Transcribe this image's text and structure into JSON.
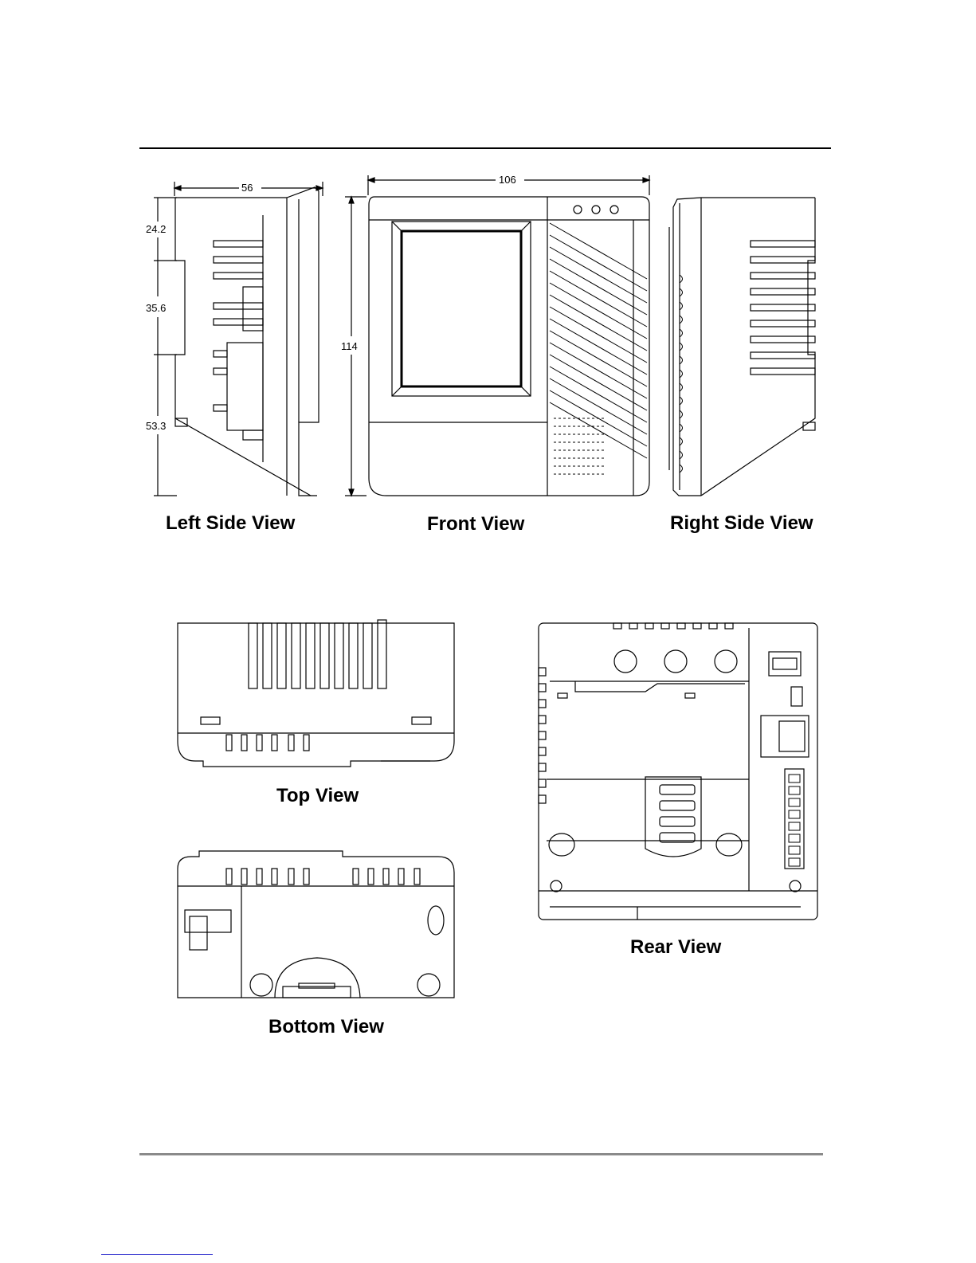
{
  "dimensions": {
    "side_width": "56",
    "front_width": "106",
    "front_height": "114",
    "top_offset": "24.2",
    "middle_offset": "35.6",
    "bottom_offset": "53.3"
  },
  "captions": {
    "left_side": "Left Side View",
    "front": "Front View",
    "right_side": "Right Side View",
    "top": "Top View",
    "bottom": "Bottom View",
    "rear": "Rear View"
  }
}
